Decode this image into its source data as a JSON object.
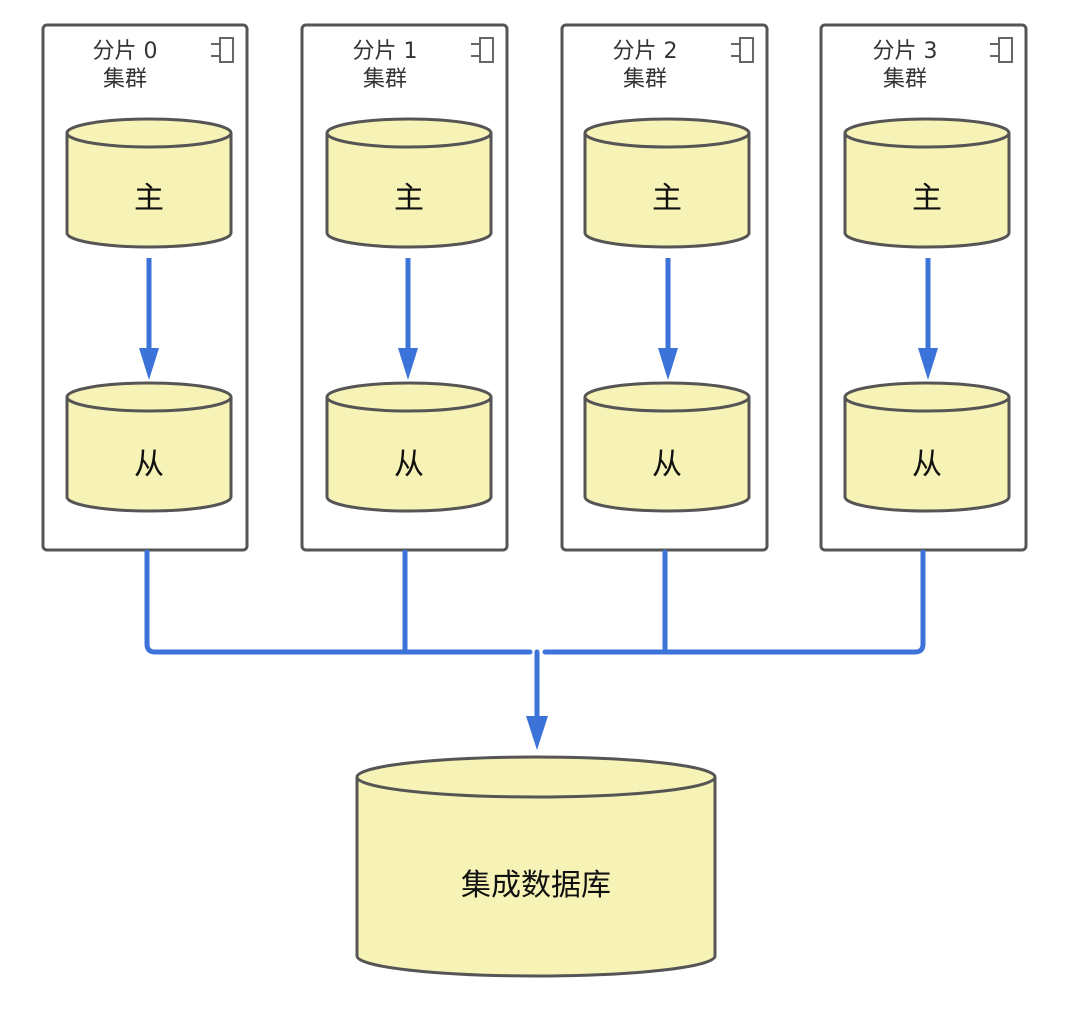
{
  "diagram": {
    "shards": [
      {
        "title_line1": "分片 0",
        "title_line2": "集群",
        "primary_label": "主",
        "replica_label": "从"
      },
      {
        "title_line1": "分片 1",
        "title_line2": "集群",
        "primary_label": "主",
        "replica_label": "从"
      },
      {
        "title_line1": "分片 2",
        "title_line2": "集群",
        "primary_label": "主",
        "replica_label": "从"
      },
      {
        "title_line1": "分片 3",
        "title_line2": "集群",
        "primary_label": "主",
        "replica_label": "从"
      }
    ],
    "integrated_db_label": "集成数据库",
    "colors": {
      "arrow": "#3b73d9",
      "db_fill": "#f7f3b6",
      "db_stroke": "#555555",
      "box_stroke": "#555555",
      "box_fill": "#ffffff",
      "icon": "#666666"
    },
    "icon_names": [
      "component-icon"
    ]
  }
}
